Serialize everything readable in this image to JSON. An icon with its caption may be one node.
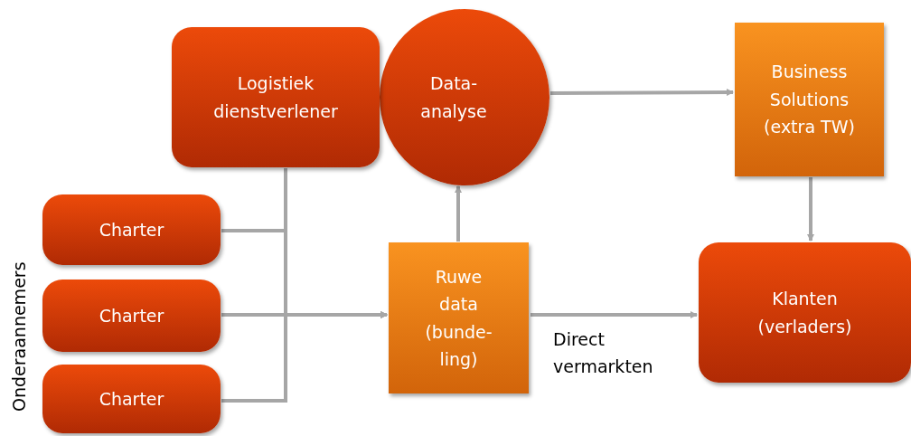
{
  "diagram": {
    "nodes": [
      {
        "text": [
          "Logistiek dienstverlener"
        ]
      },
      {
        "text": [
          "Data- analyse"
        ]
      },
      {
        "text": [
          "Business Solutions (extra TW)"
        ]
      },
      {
        "text": [
          "Charter"
        ]
      },
      {
        "text": [
          "Charter"
        ]
      },
      {
        "text": [
          "Charter"
        ]
      },
      {
        "text": [
          "Ruwe data (bunde- ling)"
        ]
      },
      {
        "text": [
          "Klanten (verladers)"
        ]
      }
    ],
    "edges": [
      {
        "from": 0,
        "to": 6,
        "arrow": "to"
      },
      {
        "from": 3,
        "to": 6,
        "arrow": "to"
      },
      {
        "from": 4,
        "to": 6,
        "arrow": "to"
      },
      {
        "from": 5,
        "to": 6,
        "arrow": "to"
      },
      {
        "from": 6,
        "to": 1,
        "arrow": "to"
      },
      {
        "from": 1,
        "to": 2,
        "arrow": "to"
      },
      {
        "from": 2,
        "to": 7,
        "arrow": "to"
      },
      {
        "from": 6,
        "to": 7,
        "arrow": "to",
        "label": "Direct vermarkten"
      }
    ],
    "labels": [
      "Onderaannemers"
    ]
  }
}
